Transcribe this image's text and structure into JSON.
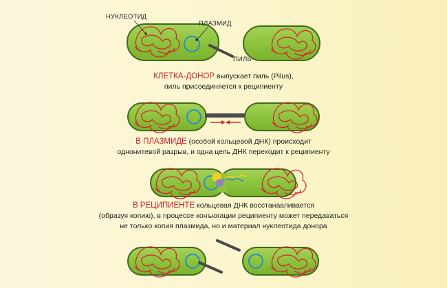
{
  "labels": {
    "nucleotide": "НУКЛЕОТИД",
    "plasmid": "ПЛАЗМИД",
    "pilus": "ПИЛЬ"
  },
  "captions": {
    "step1": {
      "highlight": "КЛЕТКА-ДОНОР",
      "text1": " выпускает пиль (Pilus),",
      "line2": "пиль присоединяется к реципиенту"
    },
    "step2": {
      "highlight": "В ПЛАЗМИДЕ",
      "text1": " (особой кольцевой ДНК) происходит",
      "line2": "однонитевой разрыв, и одна цепь ДНК переходит к реципиенту"
    },
    "step3": {
      "highlight": "В РЕЦИПИЕНТЕ",
      "text1": " кольцевая ДНК восстанавливается",
      "line2": "(образуя копию), в процессе конъюгации реципиенту может передаваться",
      "line3": "не только копия плазмида, но и материал нуклеотида донора"
    }
  },
  "colors": {
    "cell_fill": "#8dc63f",
    "cell_stroke": "#3f6b1c",
    "dna": "#d7262e",
    "plasmid": "#2a8fc6",
    "pilus": "#4a4a4a",
    "arrow": "#d7262e",
    "highlight_text": "#c6202b",
    "transfer_strand_yellow": "#f2d21b",
    "transfer_strand_blue": "#2a8fc6",
    "enzyme_violet": "#9b7fc0"
  }
}
